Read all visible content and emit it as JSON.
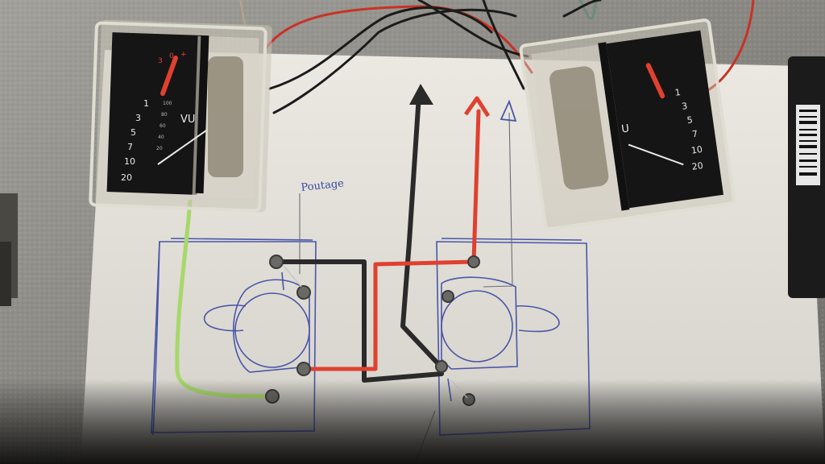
{
  "sketch": {
    "note": "Poutage"
  },
  "left_meter": {
    "unit": "VU",
    "scale_marks": [
      "3",
      "1",
      "3",
      "5",
      "7",
      "10",
      "20"
    ],
    "db_marks_red": [
      "0",
      "+"
    ],
    "pct_marks": [
      "100",
      "80",
      "60",
      "40",
      "20"
    ]
  },
  "right_meter": {
    "unit": "U",
    "scale_marks": [
      "1",
      "3",
      "5",
      "7",
      "10",
      "20"
    ]
  },
  "colors": {
    "paper": "#e4e2dc",
    "wire_black": "#2b2a2a",
    "wire_red": "#e0402f",
    "wire_green": "#a7d86a",
    "ink_blue": "#4a56a8",
    "meter_face": "#151515"
  },
  "icons": [
    "arrow-up-black",
    "arrow-up-red",
    "arrow-up-outline",
    "screw-terminal"
  ]
}
